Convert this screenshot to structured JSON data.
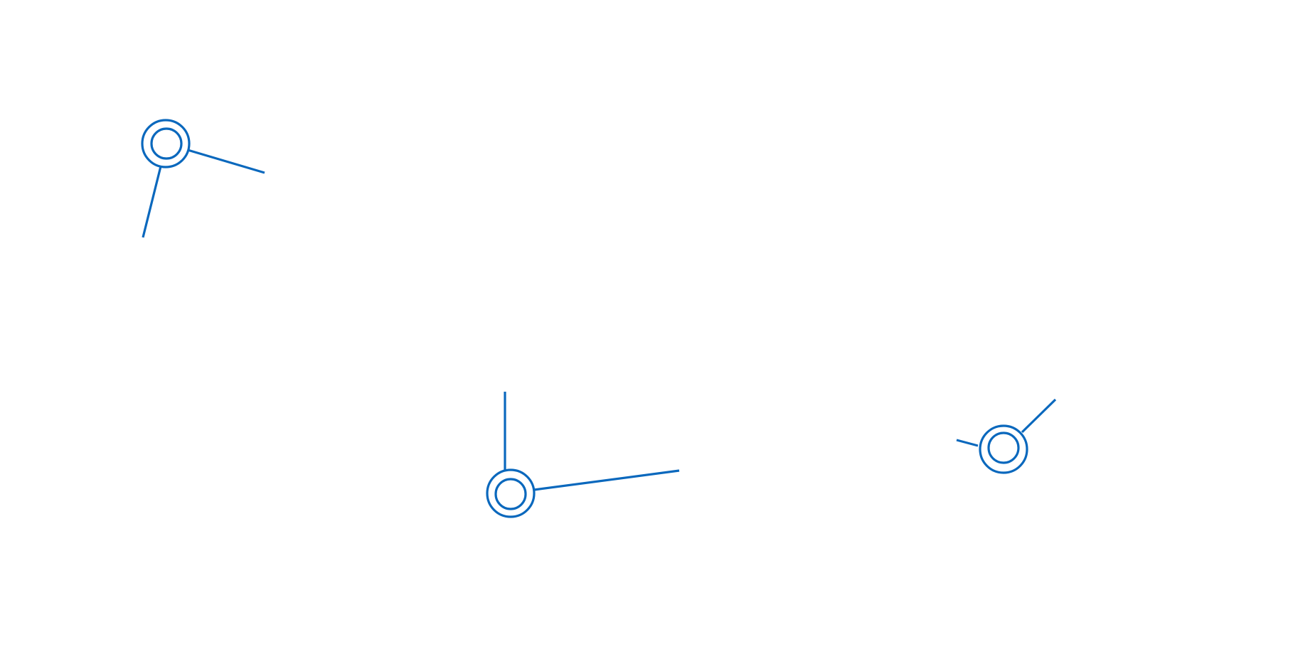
{
  "colors": {
    "background": "#ffffff",
    "stroke": "#0a68bd"
  },
  "diagram": {
    "nodes": [
      {
        "id": "node-a",
        "icon": "double-ring-node-icon",
        "spoke_count": 2
      },
      {
        "id": "node-b",
        "icon": "double-ring-node-icon",
        "spoke_count": 2
      },
      {
        "id": "node-c",
        "icon": "double-ring-node-icon",
        "spoke_count": 2
      }
    ]
  }
}
